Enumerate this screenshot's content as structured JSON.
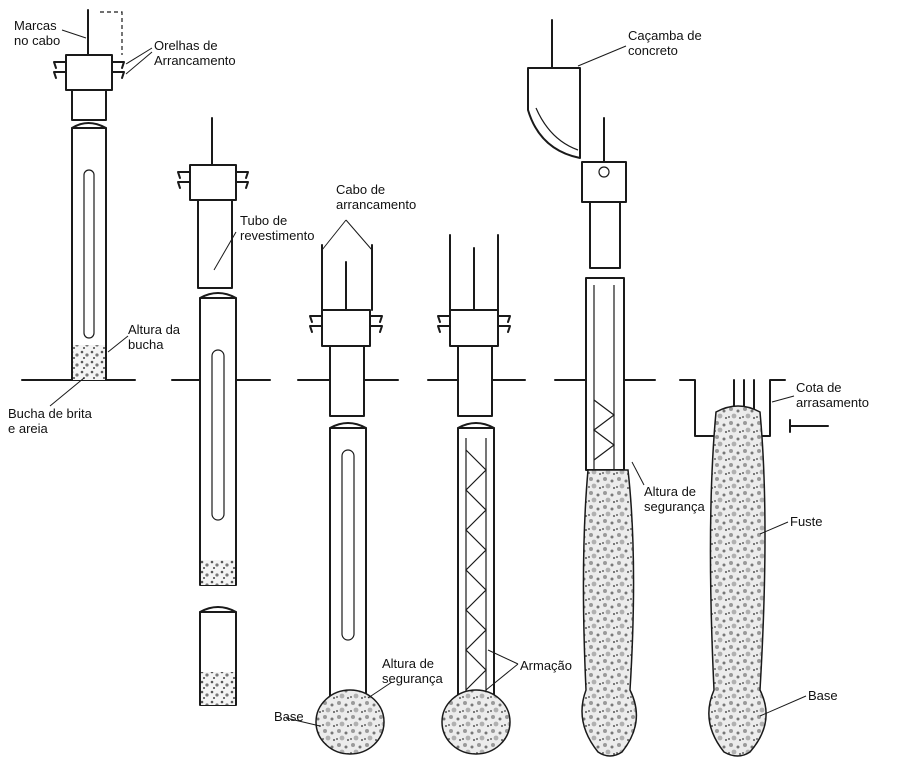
{
  "labels": {
    "marcas": [
      "Marcas",
      "no cabo"
    ],
    "orelhas": [
      "Orelhas de",
      "Arrancamento"
    ],
    "tubo": [
      "Tubo de",
      "revestimento"
    ],
    "altura_bucha": [
      "Altura da",
      "bucha"
    ],
    "bucha_brita": [
      "Bucha de brita",
      "e areia"
    ],
    "cabo_arrancamento": [
      "Cabo de",
      "arrancamento"
    ],
    "cacamba": [
      "Caçamba de",
      "concreto"
    ],
    "cota": [
      "Cota de",
      "arrasamento"
    ],
    "altura_seg_1": [
      "Altura de",
      "segurança"
    ],
    "altura_seg_2": [
      "Altura de",
      "segurança"
    ],
    "armacao": [
      "Armação"
    ],
    "fuste": [
      "Fuste"
    ],
    "base_1": [
      "Base"
    ],
    "base_2": [
      "Base"
    ]
  }
}
